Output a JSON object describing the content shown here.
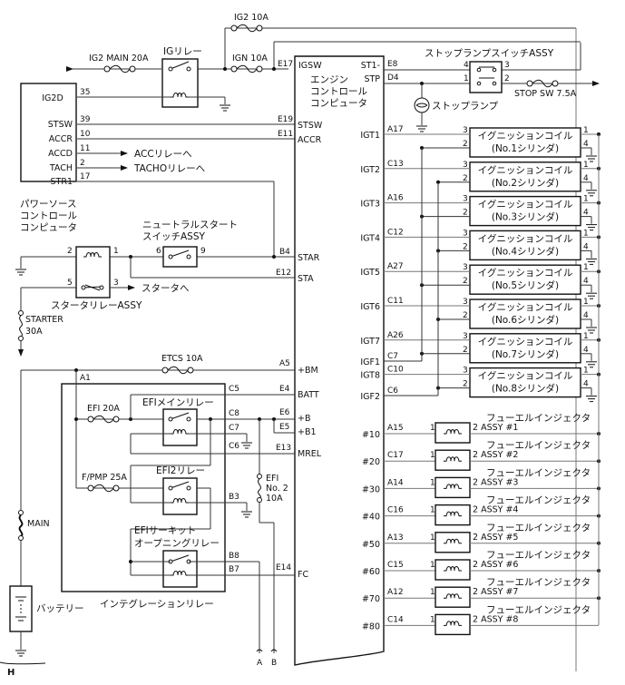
{
  "page_label": "H",
  "fuses": {
    "ig2_10a": "IG2 10A",
    "ig2_main": "IG2 MAIN 20A",
    "ign_10a": "IGN 10A",
    "stop_sw": "STOP SW 7.5A",
    "starter_1": "STARTER",
    "starter_2": "30A",
    "etcs": "ETCS 10A",
    "efi_20a": "EFI 20A",
    "fpmp": "F/PMP 25A",
    "efi_no2_1": "EFI",
    "efi_no2_2": "No. 2",
    "efi_no2_3": "10A",
    "main": "MAIN"
  },
  "ig_relay": "IGリレー",
  "power_source": {
    "name_lines": [
      "パワーソース",
      "コントロール",
      "コンピュータ"
    ],
    "pins": [
      {
        "name": "IG2D",
        "num": "35"
      },
      {
        "name": "STSW",
        "num": "39"
      },
      {
        "name": "ACCR",
        "num": "10"
      },
      {
        "name": "ACCD",
        "num": "11"
      },
      {
        "name": "TACH",
        "num": "2"
      },
      {
        "name": "STR1",
        "num": "17"
      }
    ],
    "acc_dest": "ACCリレーへ",
    "tacho_dest": "TACHOリレーへ"
  },
  "ecu": {
    "name_lines": [
      "エンジン",
      "コントロール",
      "コンピュータ"
    ],
    "left_pins": [
      {
        "name": "IGSW",
        "conn": "E17"
      },
      {
        "name": "STSW",
        "conn": "E19"
      },
      {
        "name": "ACCR",
        "conn": "E11"
      },
      {
        "name": "STAR",
        "conn": "B4"
      },
      {
        "name": "STA",
        "conn": "E12"
      },
      {
        "name": "+BM",
        "conn": "A5"
      },
      {
        "name": "BATT",
        "conn": "E4"
      },
      {
        "name": "+B",
        "conn": "E6"
      },
      {
        "name": "+B1",
        "conn": "E5"
      },
      {
        "name": "MREL",
        "conn": "E13"
      },
      {
        "name": "FC",
        "conn": "E14"
      }
    ],
    "right_pins": [
      {
        "name": "ST1-",
        "conn": "E8"
      },
      {
        "name": "STP",
        "conn": "D4"
      }
    ]
  },
  "stop_lamp_switch": {
    "name": "ストップランプスイッチASSY",
    "pins": [
      "4",
      "3",
      "1",
      "2"
    ]
  },
  "stop_lamp": "ストップランプ",
  "neutral_switch": {
    "name_lines": [
      "ニュートラルスタート",
      "スイッチASSY"
    ],
    "pins": [
      "6",
      "9"
    ]
  },
  "starter_relay": {
    "name": "スタータリレーASSY",
    "pins": [
      "2",
      "1",
      "5",
      "3"
    ],
    "dest": "スタータへ"
  },
  "ignition_coils": [
    {
      "igt": "IGT1",
      "conn": "A17",
      "name": "イグニッションコイル",
      "cyl": "(No.1シリンダ)"
    },
    {
      "igt": "IGT2",
      "conn": "C13",
      "name": "イグニッションコイル",
      "cyl": "(No.2シリンダ)"
    },
    {
      "igt": "IGT3",
      "conn": "A16",
      "name": "イグニッションコイル",
      "cyl": "(No.3シリンダ)"
    },
    {
      "igt": "IGT4",
      "conn": "C12",
      "name": "イグニッションコイル",
      "cyl": "(No.4シリンダ)"
    },
    {
      "igt": "IGT5",
      "conn": "A27",
      "name": "イグニッションコイル",
      "cyl": "(No.5シリンダ)"
    },
    {
      "igt": "IGT6",
      "conn": "C11",
      "name": "イグニッションコイル",
      "cyl": "(No.6シリンダ)"
    },
    {
      "igt": "IGT7",
      "conn": "A26",
      "name": "イグニッションコイル",
      "cyl": "(No.7シリンダ)"
    },
    {
      "igt": "IGT8",
      "conn": "C10",
      "name": "イグニッションコイル",
      "cyl": "(No.8シリンダ)"
    }
  ],
  "coil_pins": [
    "3",
    "2",
    "1",
    "4"
  ],
  "igf": [
    {
      "name": "IGF1",
      "conn": "C7"
    },
    {
      "name": "IGF2",
      "conn": "C6"
    }
  ],
  "injectors": [
    {
      "sig": "#10",
      "conn": "A15",
      "name": "フューエルインジェクタ",
      "assy": "2 ASSY #1"
    },
    {
      "sig": "#20",
      "conn": "C17",
      "name": "フューエルインジェクタ",
      "assy": "2 ASSY #2"
    },
    {
      "sig": "#30",
      "conn": "A14",
      "name": "フューエルインジェクタ",
      "assy": "2 ASSY #3"
    },
    {
      "sig": "#40",
      "conn": "C16",
      "name": "フューエルインジェクタ",
      "assy": "2 ASSY #4"
    },
    {
      "sig": "#50",
      "conn": "A13",
      "name": "フューエルインジェクタ",
      "assy": "2 ASSY #5"
    },
    {
      "sig": "#60",
      "conn": "C15",
      "name": "フューエルインジェクタ",
      "assy": "2 ASSY #6"
    },
    {
      "sig": "#70",
      "conn": "A12",
      "name": "フューエルインジェクタ",
      "assy": "2 ASSY #7"
    },
    {
      "sig": "#80",
      "conn": "C14",
      "name": "フューエルインジェクタ",
      "assy": "2 ASSY #8"
    }
  ],
  "injector_pin1": "1",
  "integration_relay": {
    "name": "インテグレーションリレー",
    "a1": "A1",
    "efi_main_relay": "EFIメインリレー",
    "efi2_relay": "EFI2リレー",
    "circuit_opening_lines": [
      "EFIサーキット",
      "オープニングリレー"
    ],
    "pins": {
      "c5": "C5",
      "c8": "C8",
      "c7": "C7",
      "c6": "C6",
      "b3": "B3",
      "b8": "B8",
      "b7": "B7"
    }
  },
  "battery": "バッテリー",
  "continuation": [
    "A",
    "B"
  ]
}
